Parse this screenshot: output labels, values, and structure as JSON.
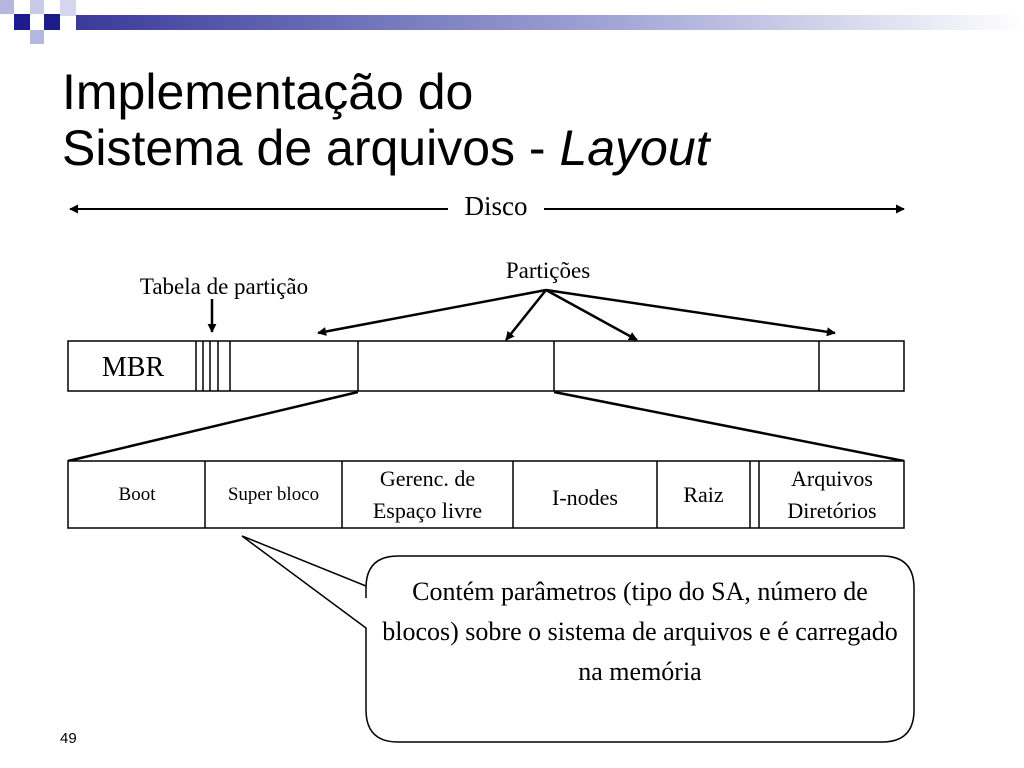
{
  "slide": {
    "title_line1": "Implementação do",
    "title_line2_prefix": "Sistema de arquivos - ",
    "title_line2_emphasis": "Layout",
    "page_number": "49"
  },
  "diagram": {
    "disco_label": "Disco",
    "particoes_label": "Partições",
    "tabela_label": "Tabela de partição",
    "mbr_label": "MBR",
    "fields": {
      "boot": "Boot",
      "super_bloco": "Super bloco",
      "gerenc_line1": "Gerenc. de",
      "gerenc_line2": "Espaço livre",
      "inodes": "I-nodes",
      "raiz": "Raiz",
      "arquivos_line1": "Arquivos",
      "arquivos_line2": "Diretórios"
    },
    "callout": {
      "text": "Contém parâmetros (tipo do SA, número de blocos) sobre o sistema de arquivos e é carregado na memória"
    }
  },
  "colors": {
    "deco_dark": "#1c1c8c",
    "deco_light": "#b4b8e0",
    "line": "#000000"
  }
}
